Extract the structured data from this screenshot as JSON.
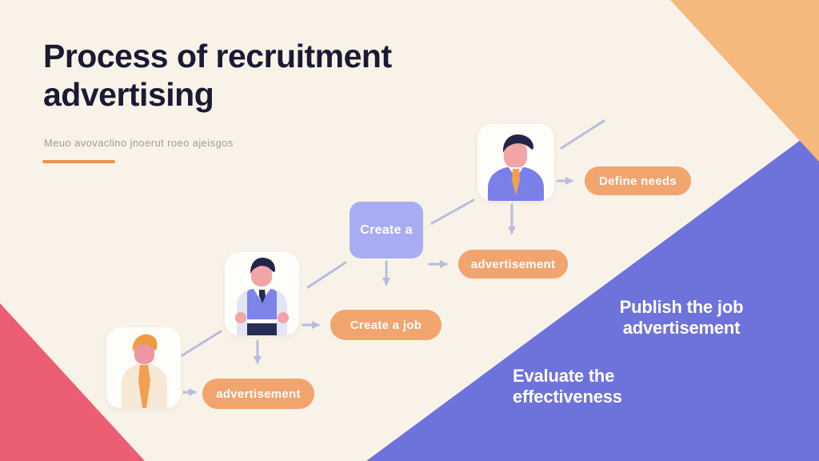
{
  "page": {
    "title": "Process of recruitment\nadvertising",
    "subtitle": "Meuo avovaclino jnoerut roeo ajeisgos"
  },
  "diagram": {
    "node_create_a": "Create a",
    "pills": {
      "define_needs": "Define needs",
      "advertisement_top": "advertisement",
      "create_a_job": "Create a job",
      "advertisement_bottom": "advertisement"
    },
    "stages": {
      "publish": "Publish the job\nadvertisement",
      "evaluate": "Evaluate the\neffectiveness"
    },
    "avatars": {
      "top": "man-in-blue-suit-avatar",
      "middle": "man-in-vest-avatar",
      "bottom": "person-orange-hair-avatar"
    }
  },
  "colors": {
    "background": "#f9f2e9",
    "title_text": "#1a1a33",
    "subtitle_text": "#a29b92",
    "underline": "#eb9341",
    "pill_orange": "#f1a46e",
    "node_purple": "#a8acf2",
    "region_purple": "#6e73dc",
    "corner_orange": "#f5b97e",
    "corner_pink": "#ea5d72",
    "card_white": "#fffdfa",
    "arrow": "#b7bdde",
    "stage_text": "#ffffff"
  }
}
